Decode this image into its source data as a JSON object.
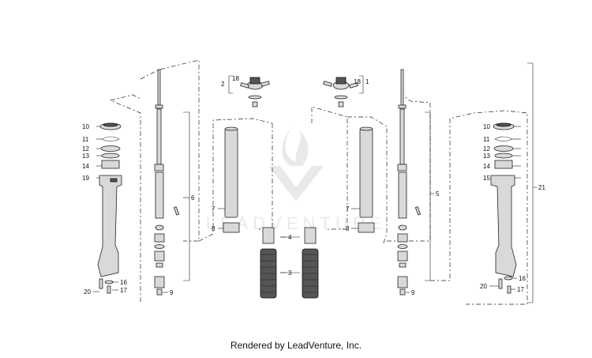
{
  "diagram": {
    "labels": [
      "1",
      "2",
      "3",
      "4",
      "5",
      "6",
      "7",
      "8",
      "9",
      "10",
      "11",
      "12",
      "13",
      "14",
      "15",
      "16",
      "17",
      "18",
      "19",
      "20",
      "21"
    ],
    "watermark": "LEADVENTURE",
    "footer": "Rendered by LeadVenture, Inc."
  }
}
